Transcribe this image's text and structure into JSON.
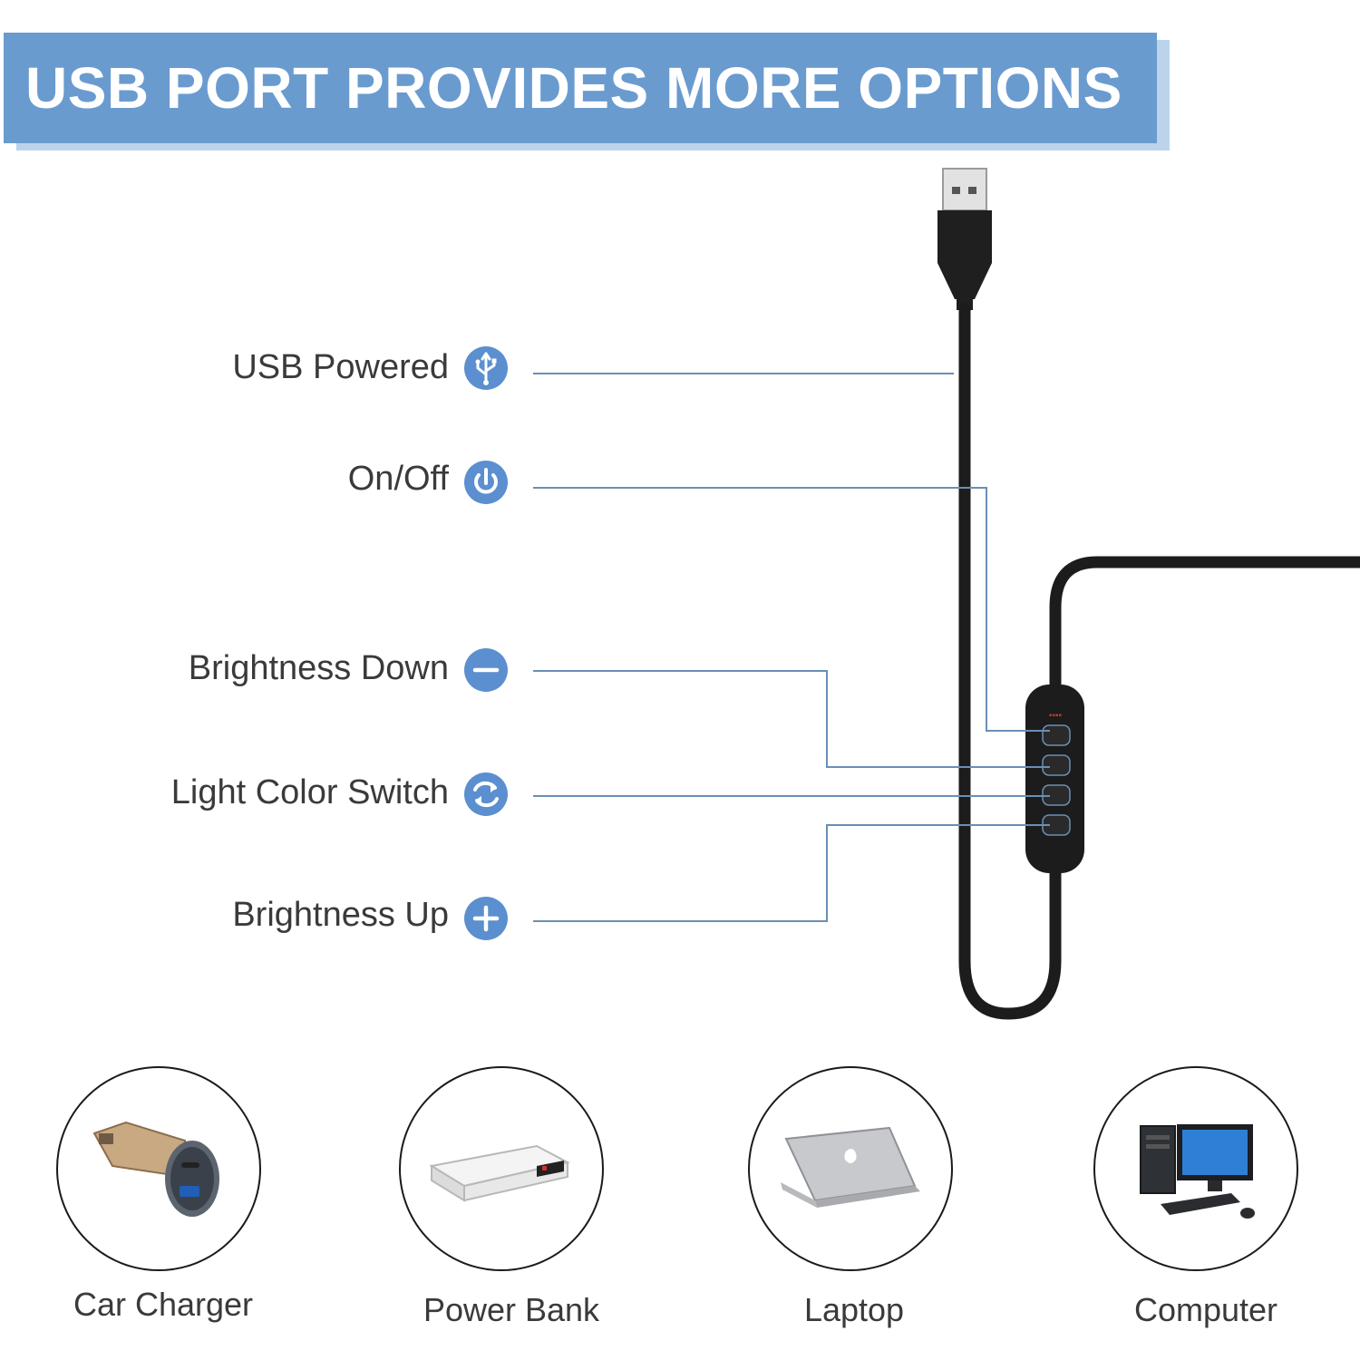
{
  "header": {
    "title": "USB PORT PROVIDES MORE OPTIONS"
  },
  "colors": {
    "banner": "#6a9bcf",
    "accent": "#5b8fcf",
    "leader_line": "#6a8fb5",
    "cable": "#1c1c1c"
  },
  "features": [
    {
      "label": "USB Powered",
      "icon": "usb-icon"
    },
    {
      "label": "On/Off",
      "icon": "power-icon"
    },
    {
      "label": "Brightness Down",
      "icon": "minus-icon"
    },
    {
      "label": "Light Color Switch",
      "icon": "color-switch-icon"
    },
    {
      "label": "Brightness Up",
      "icon": "plus-icon"
    }
  ],
  "devices": [
    {
      "label": "Car Charger",
      "icon": "car-charger-icon"
    },
    {
      "label": "Power Bank",
      "icon": "power-bank-icon"
    },
    {
      "label": "Laptop",
      "icon": "laptop-icon"
    },
    {
      "label": "Computer",
      "icon": "computer-icon"
    }
  ]
}
